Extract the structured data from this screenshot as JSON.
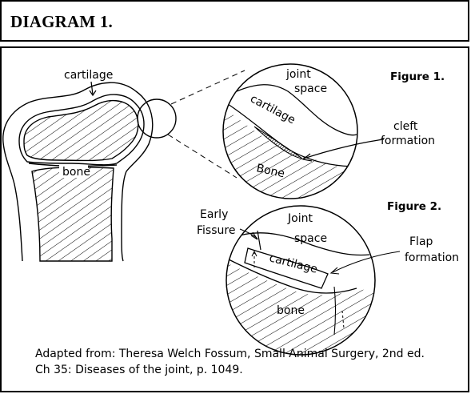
{
  "header": {
    "title": "DIAGRAM 1."
  },
  "bone_sketch": {
    "label_cartilage": "cartilage",
    "label_bone": "bone"
  },
  "figure1": {
    "title": "Figure 1.",
    "label_joint": "joint",
    "label_space": "space",
    "label_cartilage": "cartilage",
    "label_bone": "Bone",
    "label_cleft": "cleft",
    "label_formation": "formation"
  },
  "figure2": {
    "title": "Figure 2.",
    "label_joint": "Joint",
    "label_space": "space",
    "label_cartilage": "cartilage",
    "label_bone": "bone",
    "label_early": "Early",
    "label_fissure": "Fissure",
    "label_flap": "Flap",
    "label_formation": "formation"
  },
  "caption": {
    "line1": "Adapted from: Theresa Welch Fossum, Small Animal Surgery, 2nd ed.",
    "line2": "Ch 35: Diseases of the joint, p. 1049."
  }
}
